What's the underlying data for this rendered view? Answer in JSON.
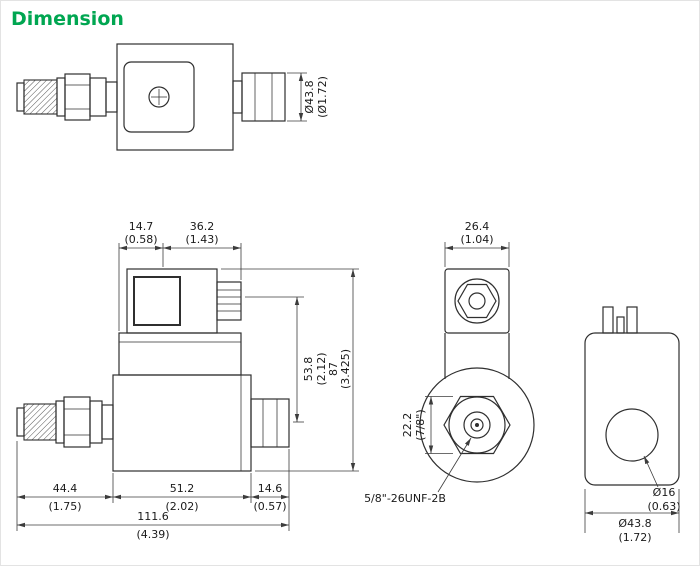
{
  "title": "Dimension",
  "colors": {
    "title_green": "#00a651",
    "outline": "#2f2f2f",
    "dimension_lines": "#3c3c3c",
    "background": "#ffffff"
  },
  "drawing": {
    "type": "technical-dimension-drawing",
    "subject": "solenoid cartridge valve with coil",
    "views": {
      "top_side_view": {
        "dims": {
          "nut_od": {
            "mm": "Ø43.8",
            "inch": "(Ø1.72)"
          }
        }
      },
      "front_view": {
        "dims": {
          "connector_offset": {
            "mm": "14.7",
            "inch": "(0.58)"
          },
          "connector_width": {
            "mm": "36.2",
            "inch": "(1.43)"
          },
          "center_height": {
            "mm": "53.8",
            "inch": "(2.12)"
          },
          "total_height": {
            "mm": "87",
            "inch": "(3.425)"
          },
          "cartridge_length": {
            "mm": "44.4",
            "inch": "(1.75)"
          },
          "body_length": {
            "mm": "51.2",
            "inch": "(2.02)"
          },
          "nut_length": {
            "mm": "14.6",
            "inch": "(0.57)"
          },
          "total_length": {
            "mm": "111.6",
            "inch": "(4.39)"
          }
        }
      },
      "end_view": {
        "dims": {
          "connector_depth": {
            "mm": "26.4",
            "inch": "(1.04)"
          },
          "hex_across_flats": {
            "mm": "22.2",
            "inch": "(7/8\")"
          }
        },
        "thread_label": "5/8\"-26UNF-2B"
      },
      "coil_view": {
        "dims": {
          "bore_diameter": {
            "mm": "Ø16",
            "inch": "(0.63)"
          },
          "coil_diameter": {
            "mm": "Ø43.8",
            "inch": "(1.72)"
          }
        }
      }
    }
  }
}
